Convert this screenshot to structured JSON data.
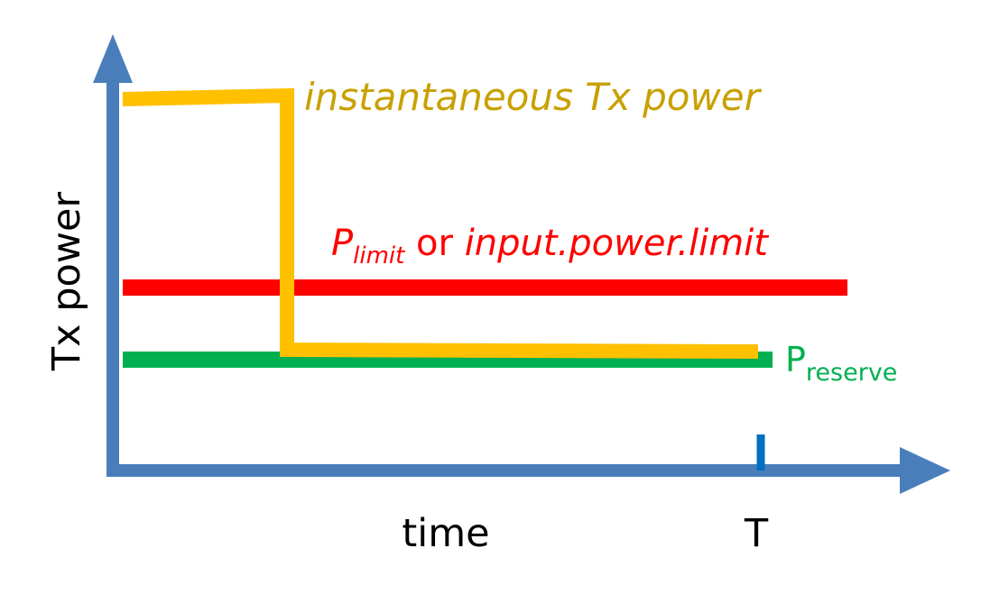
{
  "labels": {
    "y_axis": "Tx power",
    "x_axis": "time",
    "t_marker": "T",
    "instantaneous": "instantaneous Tx power",
    "limit_base": "P",
    "limit_sub": "limit",
    "limit_or": " or ",
    "limit_alt": "input.power.limit",
    "reserve_base": "P",
    "reserve_sub": "reserve"
  },
  "colors": {
    "axis": "#4a7ebb",
    "instantaneous": "#ffc000",
    "instantaneous_text": "#c9a000",
    "limit": "#ff0000",
    "reserve": "#00b050",
    "t_marker": "#0070c0",
    "text": "#000000"
  }
}
